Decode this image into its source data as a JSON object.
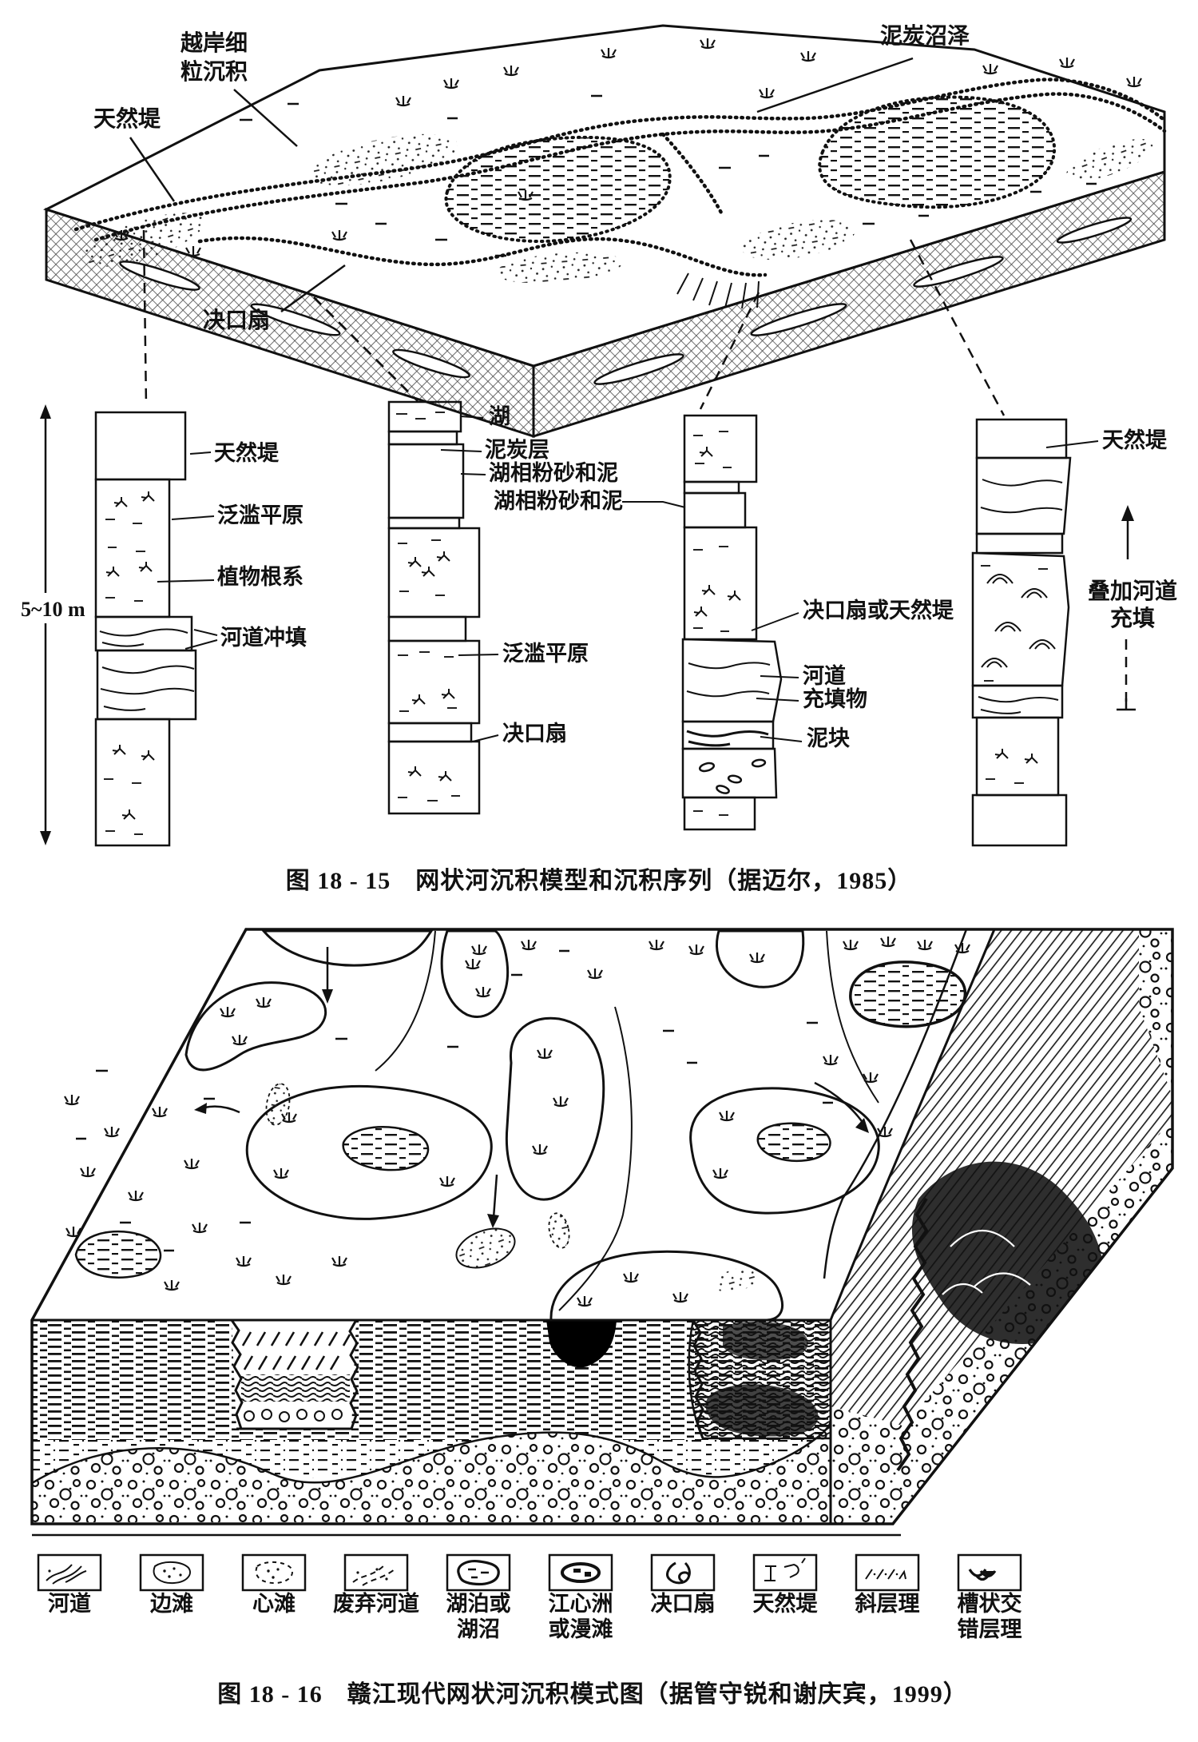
{
  "page": {
    "background": "#ffffff",
    "ink": "#111111"
  },
  "fig1": {
    "caption": "图 18 - 15　网状河沉积模型和沉积序列（据迈尔，1985）",
    "block": {
      "overbank_l1": "越岸细",
      "overbank_l2": "粒沉积",
      "levee": "天然堤",
      "peat_swamp": "泥炭沼泽",
      "crevasse": "决口扇"
    },
    "scale": "5~10 m",
    "col1": {
      "levee": "天然堤",
      "floodplain": "泛滥平原",
      "roots": "植物根系",
      "channel_fill": "河道冲填"
    },
    "col2": {
      "lake": "湖",
      "peat": "泥炭层",
      "lac_silt1": "湖相粉砂和泥",
      "lac_silt2": "湖相粉砂和泥",
      "floodplain": "泛滥平原",
      "crevasse": "决口扇"
    },
    "col3": {
      "crevasse_or_levee": "决口扇或天然堤",
      "channel": "河道",
      "fill": "充填物",
      "mud_clast": "泥块"
    },
    "col4": {
      "levee": "天然堤",
      "stacked_l1": "叠加河道",
      "stacked_l2": "充填"
    }
  },
  "fig2": {
    "caption": "图 18 - 16　赣江现代网状河沉积模式图（据管守锐和谢庆宾，1999）",
    "legend": [
      {
        "id": "channel",
        "l1": "河道",
        "l2": ""
      },
      {
        "id": "point-bar",
        "l1": "边滩",
        "l2": ""
      },
      {
        "id": "mid-channel-bar",
        "l1": "心滩",
        "l2": ""
      },
      {
        "id": "abandoned-channel",
        "l1": "废弃河道",
        "l2": ""
      },
      {
        "id": "lake-or-marsh",
        "l1": "湖泊或",
        "l2": "湖沼"
      },
      {
        "id": "island-or-overbank",
        "l1": "江心洲",
        "l2": "或漫滩"
      },
      {
        "id": "crevasse-splay",
        "l1": "决口扇",
        "l2": ""
      },
      {
        "id": "levee",
        "l1": "天然堤",
        "l2": ""
      },
      {
        "id": "inclined-bedding",
        "l1": "斜层理",
        "l2": ""
      },
      {
        "id": "trough-cross-bedding",
        "l1": "槽状交",
        "l2": "错层理"
      }
    ]
  }
}
